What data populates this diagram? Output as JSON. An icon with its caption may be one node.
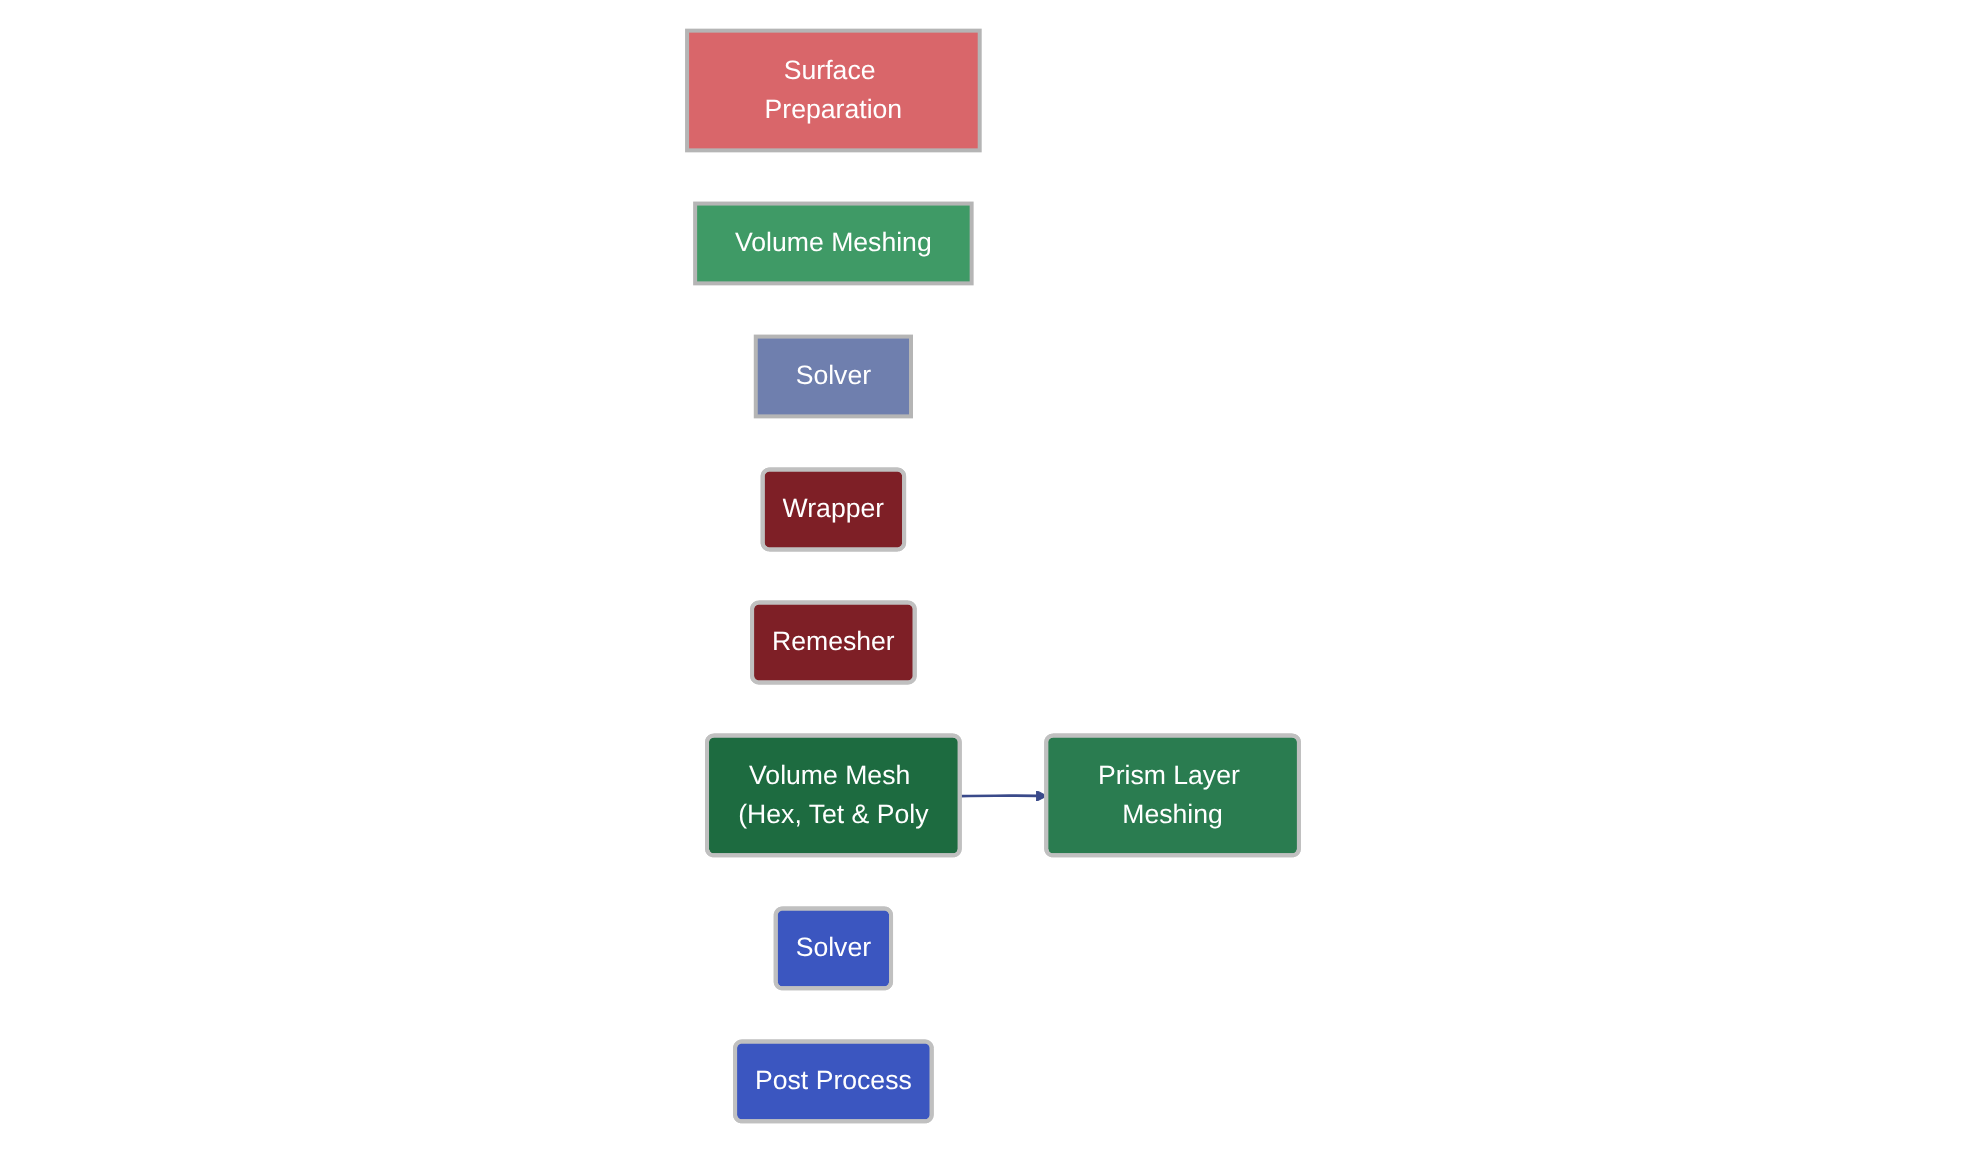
{
  "diagram": {
    "nodes": [
      {
        "text": [
          "Surface Preparation"
        ]
      },
      {
        "text": [
          "Volume Meshing"
        ]
      },
      {
        "text": [
          "Solver"
        ]
      },
      {
        "text": [
          "Wrapper"
        ]
      },
      {
        "text": [
          "Remesher"
        ]
      },
      {
        "text": [
          "Volume Mesh (Hex, Tet & Poly"
        ]
      },
      {
        "text": [
          "Prism Layer Meshing"
        ]
      },
      {
        "text": [
          "Solver"
        ]
      },
      {
        "text": [
          "Post Process"
        ]
      }
    ],
    "edges": [
      {
        "from": 5,
        "to": 6,
        "arrow": "to"
      }
    ]
  }
}
